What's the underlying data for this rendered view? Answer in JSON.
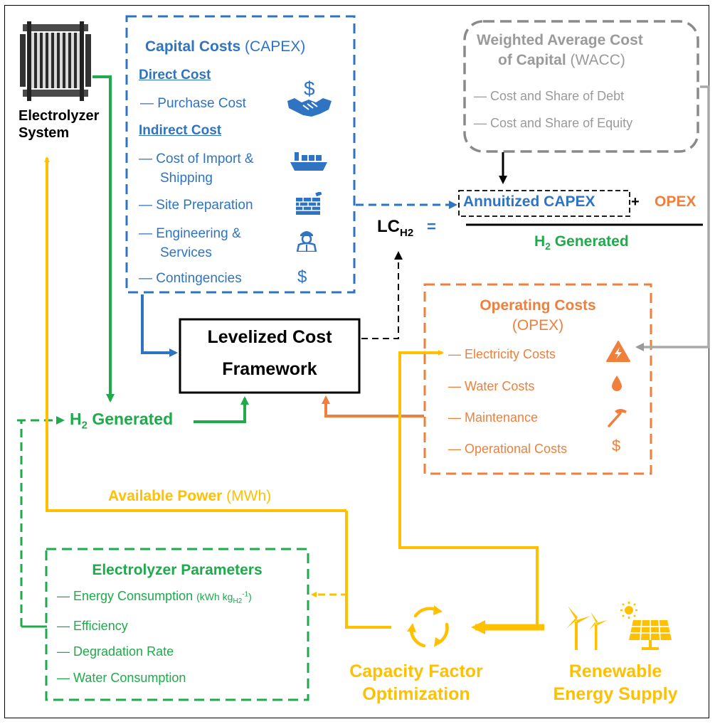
{
  "electrolyzer_system": {
    "line1": "Electrolyzer",
    "line2": "System"
  },
  "capex": {
    "title_bold": "Capital Costs",
    "title_paren": " (CAPEX)",
    "direct_heading": "Direct Cost",
    "purchase": "— Purchase Cost",
    "indirect_heading": "Indirect Cost",
    "import_line1": "— Cost of Import &",
    "import_line2": "Shipping",
    "site": "— Site Preparation",
    "eng_line1": "— Engineering &",
    "eng_line2": "Services",
    "contingencies": "— Contingencies",
    "dollar": "$"
  },
  "wacc": {
    "title_line1": "Weighted Average Cost",
    "title_line2_bold": "of Capital",
    "title_line2_paren": " (WACC)",
    "debt": "—   Cost and Share of Debt",
    "equity": "—   Cost and Share of Equity"
  },
  "formula": {
    "lc": "LC",
    "lc_sub": "H2",
    "equals": " =",
    "annuitized": "Annuitized CAPEX",
    "plus": " +",
    "opex": "OPEX",
    "h2": "H",
    "h2_sub": "2",
    "generated": " Generated"
  },
  "framework": {
    "line1": "Levelized Cost",
    "line2": "Framework"
  },
  "opex": {
    "title_line1": "Operating Costs",
    "title_line2": "(OPEX)",
    "electricity": "— Electricity Costs",
    "water": "— Water Costs",
    "maintenance": "— Maintenance",
    "operational": "— Operational Costs",
    "dollar": "$"
  },
  "h2_generated": {
    "h": "H",
    "sub": "2",
    "rest": " Generated"
  },
  "available_power": {
    "bold": "Available Power",
    "unit": " (MWh)"
  },
  "params": {
    "title": "Electrolyzer Parameters",
    "energy": "— Energy Consumption",
    "energy_unit": "(kWh kg",
    "energy_unit_sub": "H2",
    "energy_unit_sup": "-1",
    "energy_unit_close": ")",
    "efficiency": "— Efficiency",
    "degradation": "— Degradation Rate",
    "water": "— Water Consumption"
  },
  "capacity": {
    "line1": "Capacity Factor",
    "line2": "Optimization"
  },
  "renewable": {
    "line1": "Renewable",
    "line2": "Energy Supply"
  },
  "colors": {
    "blue": "#2E74C3",
    "grey": "#9A9A9A",
    "orange": "#F07F3C",
    "green": "#1FAA4B",
    "yellow": "#FFC000",
    "black": "#000000"
  },
  "icons": [
    "electrolyzer-stack-icon",
    "handshake-dollar-icon",
    "cargo-ship-icon",
    "brick-wall-icon",
    "engineer-icon",
    "dollar-icon",
    "electricity-warning-icon",
    "water-drop-icon",
    "hammer-icon",
    "recycle-arrows-icon",
    "wind-turbine-icon",
    "solar-panel-icon"
  ]
}
